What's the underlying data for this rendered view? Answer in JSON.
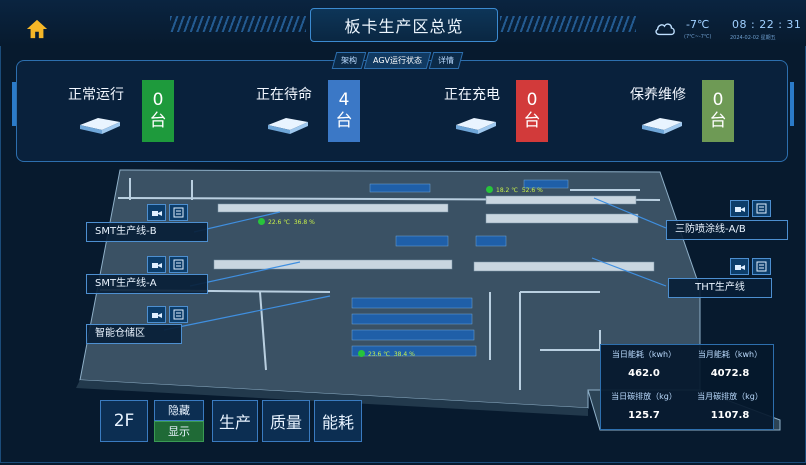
{
  "header": {
    "title": "板卡生产区总览",
    "temperature": "-7℃",
    "temp_range": "(7℃~-7℃)",
    "time": "08 : 22 : 31",
    "date": "2024-02-02 星期五"
  },
  "status_tabs": [
    {
      "label": "架构"
    },
    {
      "label": "AGV运行状态"
    },
    {
      "label": "详情"
    }
  ],
  "agv_status": [
    {
      "label": "正常运行",
      "count": "0",
      "unit": "台",
      "color": "#1e9a3c"
    },
    {
      "label": "正在待命",
      "count": "4",
      "unit": "台",
      "color": "#3b78c6"
    },
    {
      "label": "正在充电",
      "count": "0",
      "unit": "台",
      "color": "#d23a3a"
    },
    {
      "label": "保养维修",
      "count": "0",
      "unit": "台",
      "color": "#6e9a55"
    }
  ],
  "lines": {
    "smt_b": "SMT生产线-B",
    "smt_a": "SMT生产线-A",
    "warehouse": "智能仓储区",
    "coating": "三防喷涂线-A/B",
    "tht": "THT生产线"
  },
  "sensors": [
    {
      "temp": "22.6 ℃",
      "humidity": "36.8 %"
    },
    {
      "temp": "18.2 ℃",
      "humidity": "52.6 %"
    },
    {
      "temp": "23.6 ℃",
      "humidity": "38.4 %"
    }
  ],
  "energy": {
    "day_energy_label": "当日能耗（kwh）",
    "day_energy_value": "462.0",
    "month_energy_label": "当月能耗（kwh）",
    "month_energy_value": "4072.8",
    "day_carbon_label": "当日碳排放（kg）",
    "day_carbon_value": "125.7",
    "month_carbon_label": "当月碳排放（kg）",
    "month_carbon_value": "1107.8"
  },
  "bottom_nav": {
    "floor": "2F",
    "hide": "隐藏",
    "show": "显示",
    "production": "生产",
    "quality": "质量",
    "energy": "能耗"
  },
  "colors": {
    "accent": "#2d6fae",
    "home": "#f5b728",
    "metric": "#c8f04a"
  }
}
